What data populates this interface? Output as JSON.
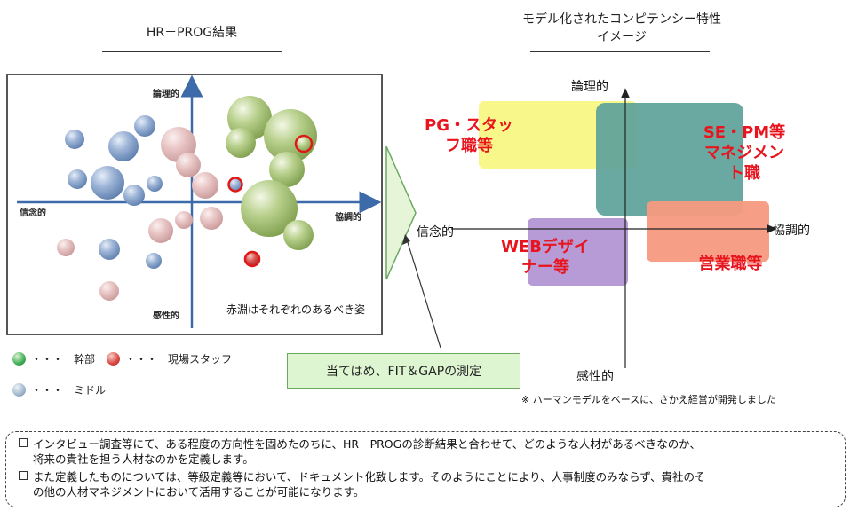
{
  "left_title": "HR－PROG結果",
  "right_title_line1": "モデル化されたコンピテンシー特性",
  "right_title_line2": "イメージ",
  "chart": {
    "axis_top": "論理的",
    "axis_bottom": "感性的",
    "axis_left": "信念的",
    "axis_right": "協調的",
    "note": "赤淵はそれぞれのあるべき姿"
  },
  "legend": {
    "executive": "・・・　幹部",
    "field_staff": "・・・　現場スタッフ",
    "middle": "・・・　ミドル"
  },
  "fit_gap_label": "当てはめ、FIT＆GAPの測定",
  "model": {
    "axis_top": "論理的",
    "axis_bottom": "感性的",
    "axis_left": "信念的",
    "axis_right": "協調的",
    "zones": {
      "pg_line1": "PG・スタッ",
      "pg_line2": "フ職等",
      "se_line1": "SE・PM等",
      "se_line2": "マネジメン",
      "se_line3": "ト職",
      "web_line1": "WEBデザイ",
      "web_line2": "ナー等",
      "sales": "営業職等"
    },
    "colors": {
      "pg": "#f7f78a",
      "se": "#5fa39a",
      "web": "#b79bd6",
      "sales": "#f59a80"
    }
  },
  "footnote": "※ ハーマンモデルをベースに、さかえ経営が開発しました",
  "notes": {
    "line1": "インタビュー調査等にて、ある程度の方向性を固めたのちに、HR－PROGの診断結果と合わせて、どのような人材があるべきなのか、",
    "line1b": "将来の貴社を担う人材なのかを定義します。",
    "line2": "また定義したものについては、等級定義等において、ドキュメント化致します。そのようにことにより、人事制度のみならず、貴社のそ",
    "line2b": "の他の人材マネジメントにおいて活用することが可能になります。"
  }
}
